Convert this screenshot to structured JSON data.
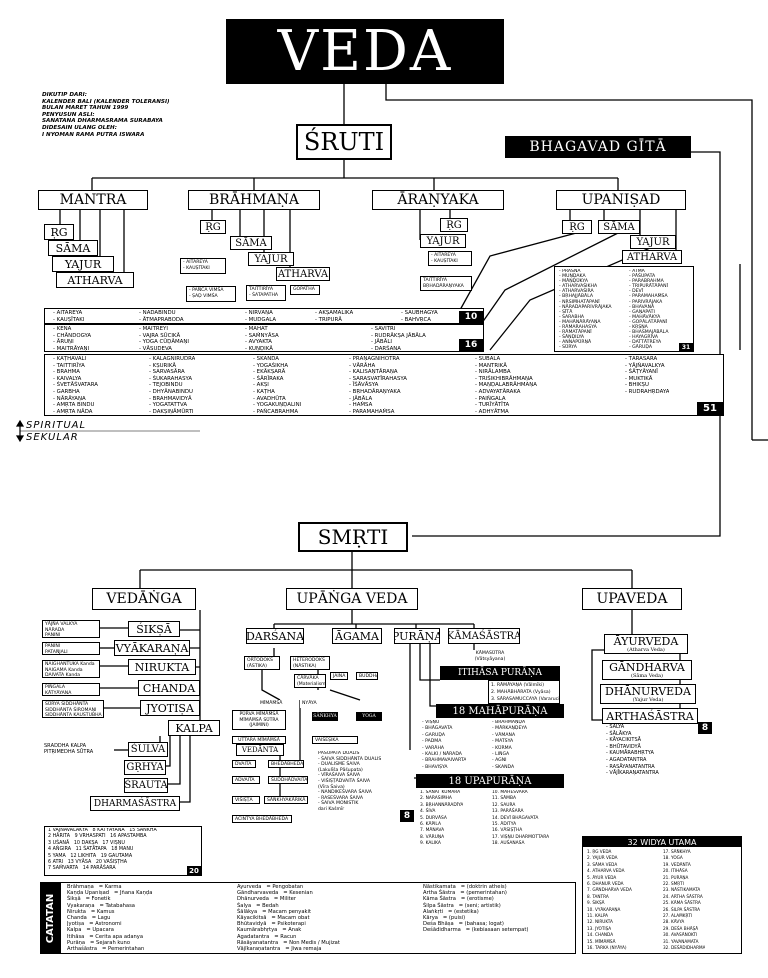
{
  "title": "VEDA",
  "credit": [
    "DIKUTIP DARI:",
    "KALENDER BALI (KALENDER TOLERANSI)",
    "BULAN MARET TAHUN 1999",
    "PENYUSUN ASLI:",
    "SANATANA DHARMASRAMA SURABAYA",
    "DIDESAIN ULANG OLEH:",
    "I NYOMAN RAMA PUTRA ISWARA"
  ],
  "sruti": "ŚRUTI",
  "bhagavad": "BHAGAVAD GĪTĀ",
  "mantra": {
    "title": "MANTRA",
    "rg": "ṚG",
    "sama": "SĀMA",
    "yajur": "YAJUR",
    "atharva": "ATHARVA"
  },
  "brahmana": {
    "title": "BRĀHMAṆA",
    "rg": "ṚG",
    "sama": "SĀMA",
    "yajur": "YAJUR",
    "atharva": "ATHARVA",
    "rg_sub": "- AITAREYA\n- KAUṢĪTAKI",
    "sama_sub": "- PAÑCA VIMŚA\n- ṢAḌ VIMŚA",
    "yajur_sub": "TAITTIRĪYA\n- ŚATAPATHA",
    "ath_sub": "GOPATHA"
  },
  "aranyaka": {
    "title": "ĀRAṆYAKA",
    "rg": "ṚG",
    "yajur": "YAJUR",
    "rg_sub": "- AITAREYA\n- KAUṢĪTAKI",
    "yajur_sub": "TAITTIRĪYA\nBṚHADĀRAṆYAKA"
  },
  "upanisad": {
    "title": "UPANIṢAD",
    "rg": "ṚG",
    "sama": "SĀMA",
    "yajur": "YAJUR",
    "atharva": "ATHARVA",
    "col1": "- PRAŚNA\n- MUṆḌAKA\n- MĀṆḌŪKYA\n- ATHARVAŚIKHA\n- ATHARVAŚIRA\n- BṚHAJJĀBĀLA\n- NṚSIṀHATĀPANĪ\n- NĀRADAPARIVRĀJAKA\n- SĪTĀ\n- ŚARABHA\n- MAHĀNĀRĀYAṆA\n- RĀMARAHASYA\n- RĀMATĀPANĪ\n- ŚĀṆḌILYA\n- ANNAPŪRṆĀ\n- SŪRYA",
    "col2": "- ĀTMĀ\n- PĀŚUPATA\n- PARABRAHMA\n- TRIPURĀTĀPANĪ\n- DEVĪ\n- PARAMAHAṀSA\n- PARIVRĀJAKA\n- BHAVANĀ\n- GAṆAPATI\n- MAHĀVĀKYA\n- GOPĀLATĀPANĪ\n- KṚṢṆA\n- BHASMAJĀBĀLA\n- HAYAGRĪVA\n- DATTĀTREYA\n- GĀRUḌA",
    "count": "31"
  },
  "rows": [
    {
      "count": "10",
      "cells": [
        "- AITAREYA\n- KAUṢĪTAKI",
        "- NĀDABINDU\n- ĀTMAPRABODA",
        "- NIRVĀṆA\n- MUDGALA",
        "- AKṢAMĀLIKĀ\n- TRIPURĀ",
        "- SAUBHAGYA\n- BAHVṚCA"
      ]
    },
    {
      "count": "16",
      "cells": [
        "- KENA\n- CHĀNDOGYA\n- ĀRUṆI\n- MAITRĀYAṆI",
        "- MAITREYĪ\n- VAJRA SŪCIKĀ\n- YOGA CŪḌĀMAṆI\n- VĀSUDEVA",
        "- MAHAT\n- SAṀNYĀSA\n- AVYAKTA\n- KUṆḌIKĀ",
        "- SĀVITRĪ\n- RUDRĀKṢA JĀBĀLA\n- JĀBĀLI\n- DARŚANA"
      ]
    },
    {
      "count": "51",
      "cells": [
        "- KAṬHAVALĪ\n- TAITTIRĪYA\n- BRAHMA\n- KAIVALYA\n- ŚVETĀŚVATARA\n- GARBHA\n- NĀRĀYAṆA\n- AMṚTA BINDU\n- AMṚTA NĀDA",
        "- KĀLĀGNIRUDRA\n- KṢURIKĀ\n- SARVASĀRA\n- ŚUKARAHASYA\n- TEJOBINDU\n- DHYĀNABINDU\n- BRAHMAVIDYĀ\n- YOGATATTVA\n- DAKṢIṆĀMŪRTI",
        "- SKANDA\n- YOGAŚIKHA\n- EKĀKṢARĀ\n- ŚĀRĪRAKA\n- AKṢI\n- KAṬHA\n- AVADHŪTA\n- YOGAKUṆḌALINI\n- PAÑCABRAHMA",
        "- PRĀṆĀGNIHOTRA\n- VĀRĀHA\n- KALISAṆTĀRAṆA\n- SARASVATĪRAHASYA\n- ĪŚĀVĀSYA\n- BṚHADĀRAṆYAKA\n- JĀBĀLA\n- HAṀSA\n- PARAMAHAṀSA",
        "- SUBĀLA\n- MANTRIKĀ\n- NIRĀLAMBA\n- TRIŚIKHIBRĀHMAṆA\n- MAṆḌALABRĀHMAṆA\n- ADVAYATĀRAKA\n- PAIṄGALA\n- TURĪYĀTĪTA\n- ADHYĀTMA",
        "- TĀRASĀRA\n- YĀJÑAVALKYA\n- ŚĀṬYĀYANĪ\n- MUKTIKĀ\n- BHIKṢU\n- RUDRAHṚDAYA"
      ]
    }
  ],
  "spiritual": "SPIRITUAL",
  "sekular": "SEKULAR",
  "smrti": "SMṚTI",
  "vedanga": {
    "title": "VEDĀṄGA",
    "items": [
      "ŚIKṢĀ",
      "VYĀKARAṆA",
      "NIRUKTA",
      "CHANDA",
      "JYOTIṢA",
      "KALPA"
    ],
    "notes": [
      "YĀJÑA VALKYA\nNĀRADA\nPANINI",
      "PANINI\nPATAÑJALI",
      "NAIGHANTUKA Kanda\nNAIGAMA Kanda\nDAIVATA Kanda",
      "PIṄGALA\nKĀTYĀYANA",
      "SŪRYA SIDDHĀNTA\nSIDDHĀNTA ŚIROMAṆI\nSIDDHĀNTA KAUSTUBHA"
    ],
    "kalpa_sub": [
      "ŚULVA",
      "GṚHYA",
      "ŚRAUTA",
      "DHARMAŚĀSTRA"
    ],
    "sraddha": "ŚRĀDDHA KALPA\nPITṚIMEDHA SŪTRA",
    "dharma_list": "1 VAJÑAVALAKYA   8 KĀTYĀYANA   15 ŚAṄKHA\n2 HĀRITA   9 VRHASPATI   16 APASTAMBA\n3 UŚANĀ   10 DAKṢA   17 VIṢṆU\n4 AṄGIRA   11 ŚATĀTAPA   18 MANU\n5 YAMA   12 LIKHITA   19 GAUTAMA\n6 ATRI   13 VYĀSA   20 VAŚIṢṬHA\n7 SAṀVARTA   14 PARĀŚARA",
    "dharma_count": "20"
  },
  "upangaveda": {
    "title": "UPĀṄGA VEDA",
    "darsana": "DARŚANA",
    "agama": "ĀGAMA",
    "purana": "PURĀṆA",
    "kamasastra": "KĀMAŚĀSTRA",
    "kama_sub": "KĀMASŪTRA\n(Vātsyāyana)"
  },
  "darsana_detail": {
    "ortodoks": "ORTODOKS\n(ĀSTIKA)",
    "heterodoks": "HETERODOKS\n(NĀSTIKA)",
    "carvaka": "CĀRVĀKA\n(Materialisme)",
    "jaina": "JAINA",
    "bauddha": "BUDDHA",
    "mimamsa": "MĪMĀṀSĀ",
    "purva": "PŪRVA MĪMĀṀSĀ\nMĪMĀṀSĀ SŪTRA\n(JAIMINI)",
    "uttara": "UTTARA MĪMĀṀSĀ",
    "vedanta": "VEDĀNTA",
    "nyaya": "NYĀYA",
    "sankhya": "SĀṄKHYA",
    "yoga": "YOGA",
    "vaisesika": "VAIŚEṢIKA",
    "dvaita": "DVAITA",
    "advaita": "ADVAITA",
    "visista": "VIŚIṢṬA",
    "sankara": "SĀṄKHYAKĀRIKĀ",
    "acintya": "ACINTYA BHEDĀBHEDA",
    "bheda": "BHEDĀBHEDA",
    "suddha": "ŚUDDHĀDVAITA"
  },
  "agama_detail": {
    "list": "PĀŚUPATA DUALIS\n- ŚAIVA SIDDHĀNTA DUALIS\n- DUALISME ŚAIVA\n(Lakulīśa Pāśupata)\n- VĪRAŚAIVA ŚAIVA\n- VIŚIṢṬĀDVAITA ŚAIVA\n(Vīra Śaiva)\n- NANDIKEŚVARA ŚAIVA\n- RASEŚVARA ŚAIVA\n- ŚAIVA MONISTIK\ndari Kaśmīr",
    "count": "8"
  },
  "itihasa": {
    "title": "ITIHĀSA PURĀṆA",
    "items": "1. RĀMĀYAṆA (Vālmīki)\n2. MAHĀBHĀRATA (Vyāsa)\n3. SĀRASAMUCCAYA (Vararuci)"
  },
  "mahapurana": {
    "title": "18 MAHĀPURĀṆA",
    "col1": "- VIṢṆU\n- BHĀGAVATA\n- GARUḌA\n- PADMA\n- VARĀHA\n- KALKI / NĀRADA\n- BRAHMAVAIVARTA\n- BHAVIṢYA",
    "col2": "- BRAHMĀṆḌA\n- MĀRKAṆḌEYA\n- VĀMANA\n- MATSYA\n- KŪRMA\n- LIṄGA\n- AGNI\n- SKANDA"
  },
  "upapurana": {
    "title": "18 UPAPURĀṆA",
    "col1": "1. SANAT KUMĀRA\n2. NARASIṀHA\n3. BṚHANNĀRADĪYA\n4. ŚIVA\n5. DURVĀSA\n6. KĀPILA\n7. MĀNAVA\n8. VĀRUṆA\n9. KALIKA",
    "col2": "10. MAHEŚVARA\n11. SĀMBA\n12. SAURA\n13. PARĀŚARA\n14. DEVĪ BHĀGAVATA\n15. ĀDITYA\n16. VĀSIṢṬHA\n17. VIṢṆU DHARMOTTARA\n18. AUŚANASA"
  },
  "upaveda": {
    "title": "UPAVEDA",
    "items": [
      {
        "name": "ĀYURVEDA",
        "sub": "(Atharva Veda)"
      },
      {
        "name": "GĀNDHARVA",
        "sub": "(Sāma Veda)"
      },
      {
        "name": "DHĀNURVEDA",
        "sub": "(Yajur Veda)"
      },
      {
        "name": "ARTHAŚĀSTRA",
        "sub": ""
      }
    ],
    "count": "8",
    "list": "- ŚALYA\n- ŚĀLĀKYA\n- KĀYACIKITSĀ\n- BHŪTAVIDYĀ\n- KAUMĀRABHṚTYA\n- AGADATANTRA\n- RASĀYANATANTRA\n- VĀJĪKARAṆATANTRA"
  },
  "widya": {
    "title": "32 WIDYA UTAMA",
    "col1": "1. ṚG VEDA\n2. YAJUR VEDA\n3. SĀMA VEDA\n4. ATHARVA VEDA\n5. ĀYUR VEDA\n6. DHANUR VEDA\n7. GĀNDHARVA VEDA\n8. TANTRA\n9. ŚIKṢĀ\n10. VYĀKARAṆA\n11. KALPA\n12. NIRUKTA\n13. JYOTIṢA\n14. CHANDA\n15. MĪMĀṀSĀ\n16. TARKA (NYĀYA)",
    "col2": "17. SĀṄKHYA\n18. YOGA\n19. VEDĀNTA\n20. ITIHĀSA\n21. PURĀṆA\n22. SMṚTI\n23. NĀSTIKAMATA\n24. ARTHA ŚĀSTRA\n25. KĀMA ŚĀSTRA\n26. ŚILPA ŚĀSTRA\n27. ALAṀKṚTI\n28. KĀVYA\n29. DEŚA BHĀṢĀ\n30. AVASĀNOKTI\n31. YAVANAMATA\n32. DEŚĀDIDHARMA"
  },
  "catatan": {
    "label": "CATATAN",
    "c1": "Brāhmaṇa   = Karma\nKaṇḍa Upaniṣad   = Jñana Kaṇḍa\nŚikṣā   = Fonetik\nVyakaraṇa   = Tatabahasa\nNirukta   = Kamus\nChanda   = Lagu\nJyotiṣa   = Astronomi\nKalpa   = Upacara\nItihāsa   = Cerita apa adanya\nPurāṇa   = Sejarah kuno\nArthaśāstra   = Pemerintahan",
    "c2": "Āyurveda   = Pengobatan\nGāndharvaveda   = Kesenian\nDhānurveda   = Militer\nŚalya   = Bedah\nŚālākya   = Macam penyakit\nKāyacikitsā   = Macam obat\nBhūtavidyā   = Psikoterapi\nKaumārabhṛtya   = Anak\nAgadatantra   = Racun\nRāsāyanatantra   = Non Medis / Mujizat\nVājīkaraṇatantra   = Jiwa remaja",
    "c3": "Nāstikamata   = (doktrin atheis)\nArtha Śāstra   = (pemerintahan)\nKāma Śāstra   = (erotisme)\nŚilpa Śāstra   = (seni; artistik)\nAlaṅkṛti   = (estetika)\nKārya   = (puisi)\nDeśa Bhāṣa   = (bahasa; logat)\nDeśādidharma   = (kebiasaan setempat)"
  }
}
